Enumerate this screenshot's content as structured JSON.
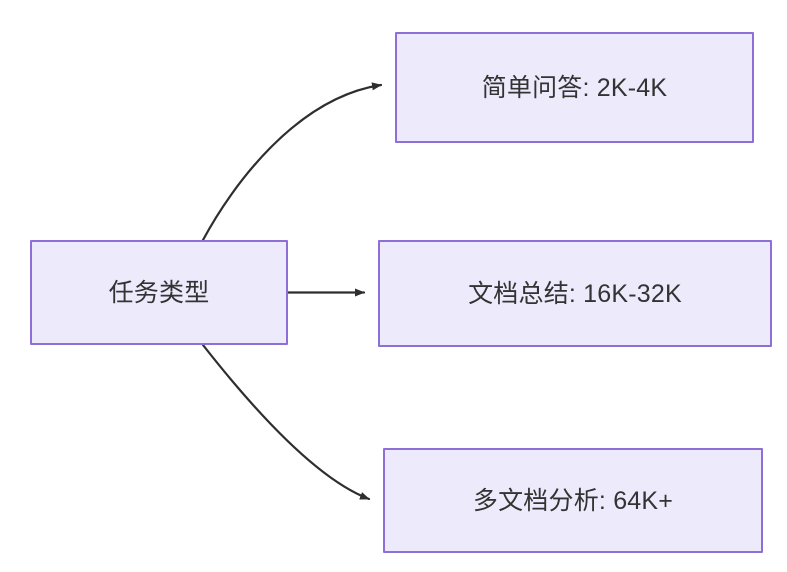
{
  "diagram": {
    "type": "flowchart",
    "direction": "left-to-right",
    "background_color": "#ffffff",
    "node_fill_color": "#ECEAFB",
    "node_border_color": "#8E6FD8",
    "node_text_color": "#333333",
    "edge_color": "#2E2E2E",
    "nodes": [
      {
        "id": "root",
        "label": "任务类型",
        "role": "source"
      },
      {
        "id": "simple_qa",
        "label": "简单问答: 2K-4K",
        "role": "target"
      },
      {
        "id": "doc_summary",
        "label": "文档总结: 16K-32K",
        "role": "target"
      },
      {
        "id": "multi_doc",
        "label": "多文档分析: 64K+",
        "role": "target"
      }
    ],
    "edges": [
      {
        "id": "edge-root-simple-qa",
        "from": "root",
        "to": "simple_qa",
        "style": "curved",
        "arrowhead": "solid-triangle",
        "label": ""
      },
      {
        "id": "edge-root-doc-summary",
        "from": "root",
        "to": "doc_summary",
        "style": "straight",
        "arrowhead": "solid-triangle",
        "label": ""
      },
      {
        "id": "edge-root-multi-doc",
        "from": "root",
        "to": "multi_doc",
        "style": "curved",
        "arrowhead": "solid-triangle",
        "label": ""
      }
    ]
  }
}
